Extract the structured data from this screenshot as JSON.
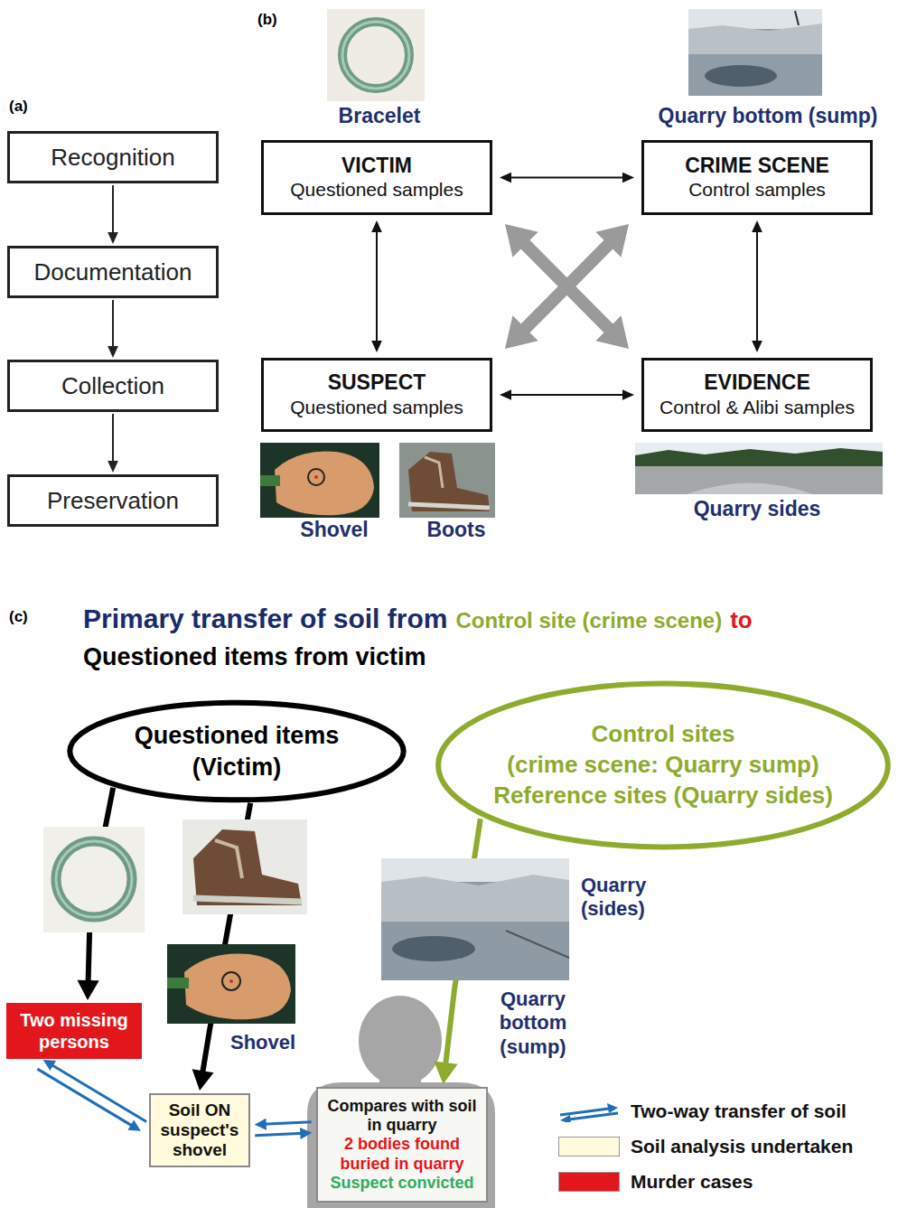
{
  "diagram": {
    "nodes": [
      {
        "text": [
          "Recognition"
        ]
      },
      {
        "text": [
          "Documentation"
        ]
      },
      {
        "text": [
          "Collection"
        ]
      },
      {
        "text": [
          "Preservation"
        ]
      },
      {
        "text": [
          "VICTIM",
          "Questioned samples"
        ]
      },
      {
        "text": [
          "CRIME SCENE",
          "Control samples"
        ]
      },
      {
        "text": [
          "SUSPECT",
          "Questioned samples"
        ]
      },
      {
        "text": [
          "EVIDENCE",
          "Control & Alibi samples"
        ]
      },
      {
        "text": [
          "Questioned items (Victim)"
        ]
      },
      {
        "text": [
          "Control sites",
          "(crime scene: Quarry sump)",
          "Reference sites (Quarry sides)"
        ]
      },
      {
        "text": [
          "Two missing persons"
        ]
      },
      {
        "text": [
          "Soil ON suspect's shovel"
        ]
      },
      {
        "text": [
          "Compares with soil in quarry",
          "2 bodies found buried in quarry",
          "Suspect convicted"
        ]
      }
    ],
    "edges": [
      {
        "from": 0,
        "to": 1,
        "arrow": "to"
      },
      {
        "from": 1,
        "to": 2,
        "arrow": "to"
      },
      {
        "from": 2,
        "to": 3,
        "arrow": "to"
      },
      {
        "from": 4,
        "to": 5,
        "arrow": "both"
      },
      {
        "from": 4,
        "to": 6,
        "arrow": "both"
      },
      {
        "from": 5,
        "to": 7,
        "arrow": "both"
      },
      {
        "from": 6,
        "to": 7,
        "arrow": "both"
      },
      {
        "from": 4,
        "to": 7,
        "arrow": "both"
      },
      {
        "from": 5,
        "to": 6,
        "arrow": "both"
      },
      {
        "from": 8,
        "to": 10,
        "arrow": "to"
      },
      {
        "from": 8,
        "to": 11,
        "arrow": "to"
      },
      {
        "from": 10,
        "to": 11,
        "arrow": "both"
      },
      {
        "from": 11,
        "to": 12,
        "arrow": "both"
      },
      {
        "from": 9,
        "to": 12,
        "arrow": "to"
      }
    ],
    "labels": [
      "(a)",
      "(b)",
      "Bracelet",
      "Quarry bottom (sump)",
      "Shovel",
      "Boots",
      "Quarry sides",
      "(c)",
      "Primary transfer of soil from",
      "Control site (crime scene)",
      "to",
      "Questioned items from victim",
      "Shovel",
      "Quarry (sides)",
      "Quarry bottom (sump)"
    ],
    "legend": [
      {
        "text": "Two-way transfer of soil"
      },
      {
        "text": "Soil analysis undertaken",
        "color": "#fffbdc"
      },
      {
        "text": "Murder cases",
        "color": "#e3171b"
      }
    ]
  }
}
